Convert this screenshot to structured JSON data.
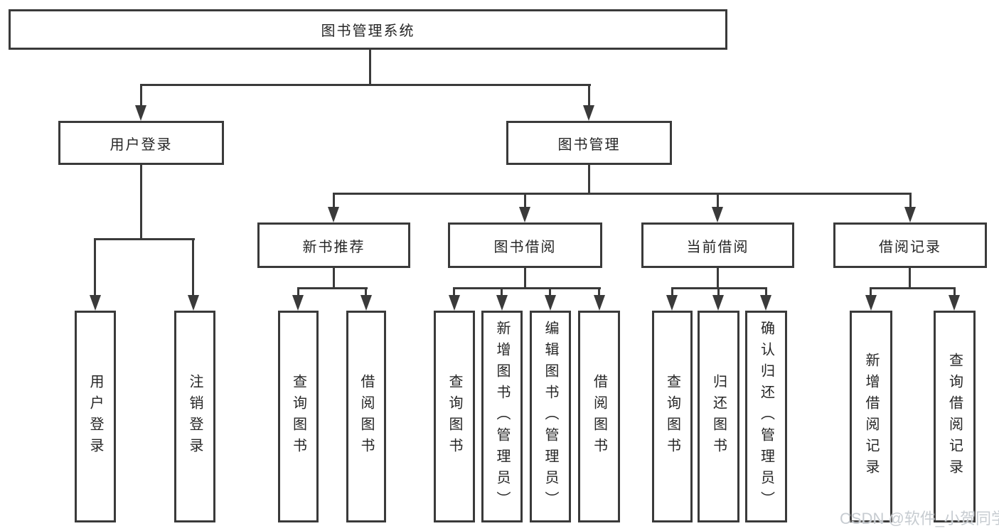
{
  "diagram": {
    "root": "图书管理系统",
    "level2": {
      "user_login": "用户登录",
      "book_mgmt": "图书管理"
    },
    "level3": {
      "new_book": "新书推荐",
      "borrow": "图书借阅",
      "current": "当前借阅",
      "records": "借阅记录"
    },
    "leaves": {
      "user_login_1": "用户登录",
      "user_login_2": "注销登录",
      "new_book_1": "查询图书",
      "new_book_2": "借阅图书",
      "borrow_1": "查询图书",
      "borrow_2": "新增图书（管理员）",
      "borrow_3": "编辑图书（管理员）",
      "borrow_4": "借阅图书",
      "current_1": "查询图书",
      "current_2": "归还图书",
      "current_3": "确认归还（管理员）",
      "records_1": "新增借阅记录",
      "records_2": "查询借阅记录"
    }
  },
  "watermark": "CSDN @软件_小贺同学",
  "colors": {
    "line": "#3a3a3a",
    "text": "#262626",
    "watermark": "#c7ccd1",
    "background": "#ffffff"
  }
}
